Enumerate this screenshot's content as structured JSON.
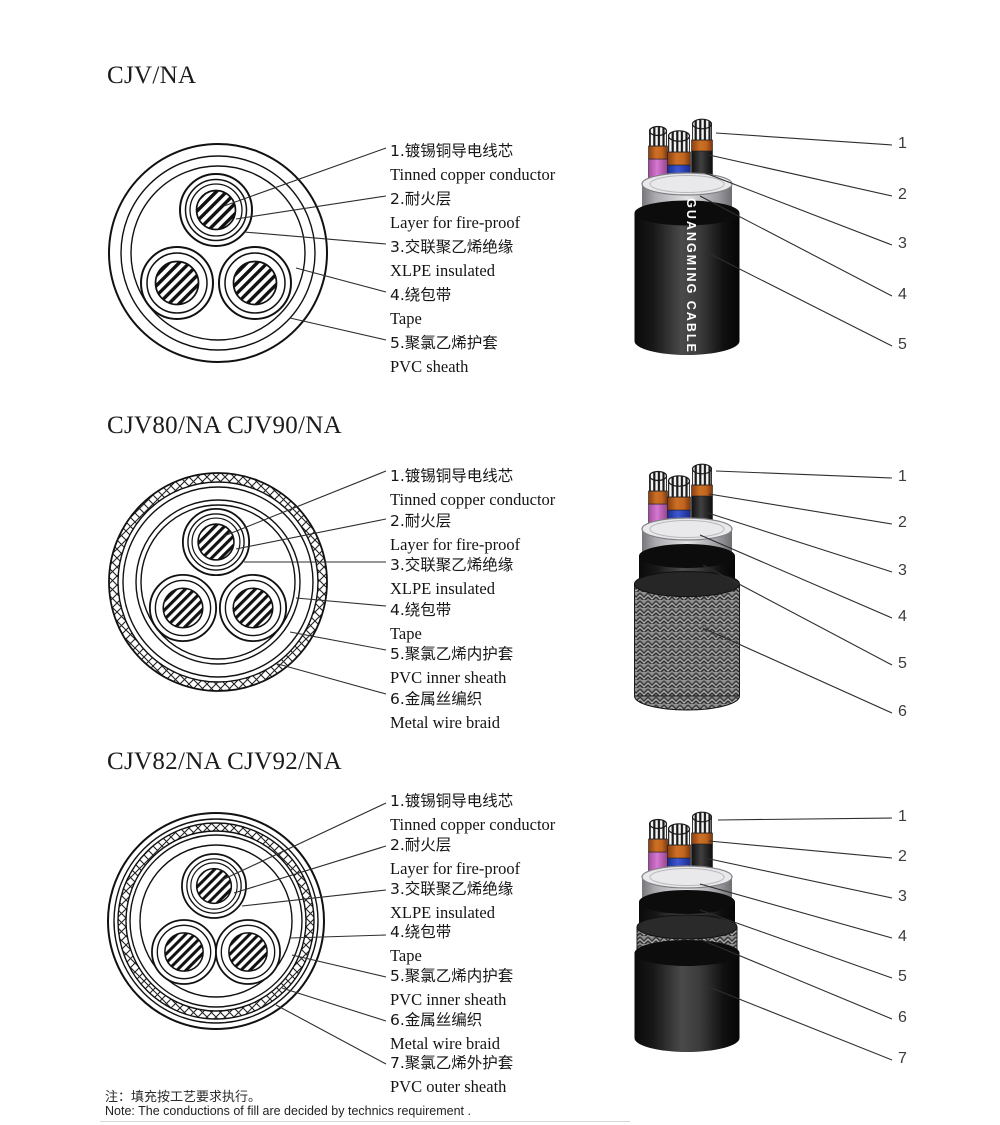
{
  "sections": [
    {
      "title": "CJV/NA",
      "labels": [
        {
          "zh": "1.镀锡铜导电线芯",
          "en": "Tinned copper conductor"
        },
        {
          "zh": "2.耐火层",
          "en": "Layer for fire-proof"
        },
        {
          "zh": "3.交联聚乙烯绝缘",
          "en": "XLPE insulated"
        },
        {
          "zh": "4.绕包带",
          "en": "Tape"
        },
        {
          "zh": "5.聚氯乙烯护套",
          "en": "PVC sheath"
        }
      ],
      "callouts": [
        "1",
        "2",
        "3",
        "4",
        "5"
      ],
      "cable_brand": "GUANGMING CABLE"
    },
    {
      "title": "CJV80/NA CJV90/NA",
      "labels": [
        {
          "zh": "1.镀锡铜导电线芯",
          "en": "Tinned copper conductor"
        },
        {
          "zh": "2.耐火层",
          "en": "Layer for fire-proof"
        },
        {
          "zh": "3.交联聚乙烯绝缘",
          "en": "XLPE insulated"
        },
        {
          "zh": "4.绕包带",
          "en": "Tape"
        },
        {
          "zh": "5.聚氯乙烯内护套",
          "en": "PVC inner sheath"
        },
        {
          "zh": "6.金属丝编织",
          "en": "Metal wire braid"
        }
      ],
      "callouts": [
        "1",
        "2",
        "3",
        "4",
        "5",
        "6"
      ]
    },
    {
      "title": "CJV82/NA CJV92/NA",
      "labels": [
        {
          "zh": "1.镀锡铜导电线芯",
          "en": "Tinned copper conductor"
        },
        {
          "zh": "2.耐火层",
          "en": "Layer for fire-proof"
        },
        {
          "zh": "3.交联聚乙烯绝缘",
          "en": "XLPE insulated"
        },
        {
          "zh": "4.绕包带",
          "en": "Tape"
        },
        {
          "zh": "5.聚氯乙烯内护套",
          "en": "PVC inner sheath"
        },
        {
          "zh": "6.金属丝编织",
          "en": "Metal wire braid"
        },
        {
          "zh": "7.聚氯乙烯外护套",
          "en": "PVC outer sheath"
        }
      ],
      "callouts": [
        "1",
        "2",
        "3",
        "4",
        "5",
        "6",
        "7"
      ]
    }
  ],
  "note": {
    "zh": "注：填充按工艺要求执行。",
    "en": "Note: The conductions of fill are decided by technics requirement ."
  },
  "colors": {
    "core_pink": "#c966c4",
    "core_blue": "#2f43c2",
    "core_black": "#2e2e2e",
    "copper_layer": "#c2661f",
    "tape_silver": "#d9d9dc",
    "sheath_black": "#1d1d1d",
    "braid_gray": "#8f8f8f",
    "line_art": "#111111"
  }
}
